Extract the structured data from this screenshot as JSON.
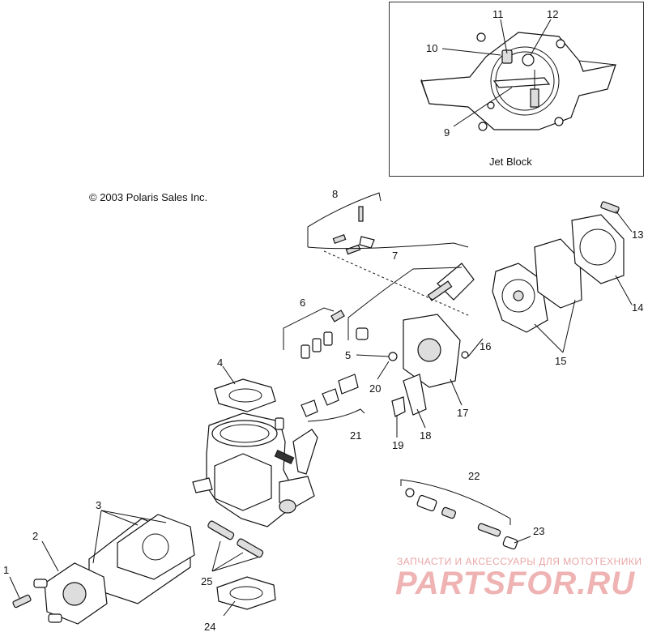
{
  "diagram": {
    "copyright": "© 2003 Polaris Sales Inc.",
    "inset_caption": "Jet Block",
    "callouts": [
      "1",
      "2",
      "3",
      "4",
      "5",
      "6",
      "7",
      "8",
      "9",
      "10",
      "11",
      "12",
      "13",
      "14",
      "15",
      "16",
      "17",
      "18",
      "19",
      "20",
      "21",
      "22",
      "23",
      "24",
      "25"
    ],
    "watermark": {
      "tagline": "ЗАПЧАСТИ И АКСЕССУАРЫ ДЛЯ МОТОТЕХНИКИ",
      "brand": "PARTSFOR.RU"
    }
  }
}
